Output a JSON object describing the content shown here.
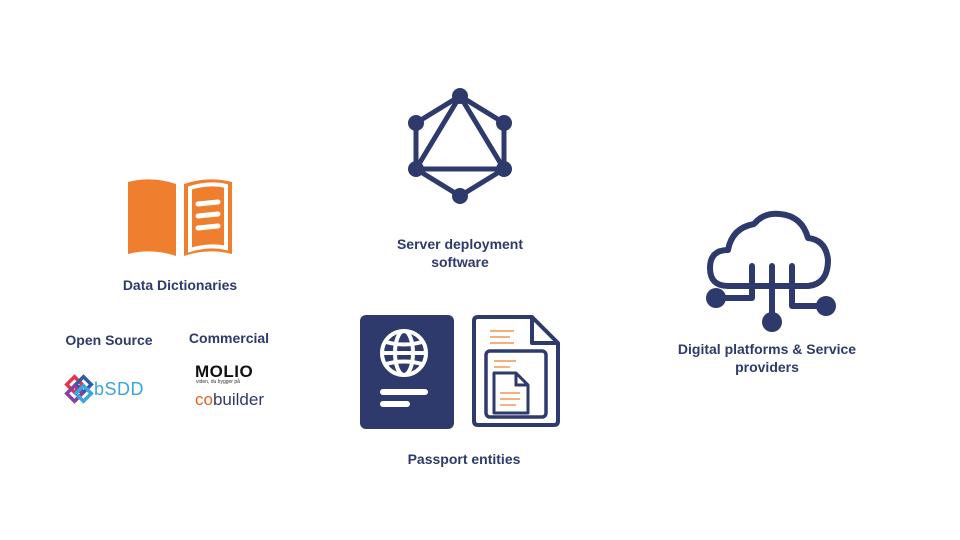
{
  "colors": {
    "navy": "#2e3a6b",
    "orange": "#ef7f2f",
    "bsdd_blue": "#3aa6d9",
    "cobuilder_orange": "#e8611f",
    "cobuilder_navy": "#2e3a6b"
  },
  "server": {
    "icon": "graphql-icon",
    "label_line1": "Server deployment",
    "label_line2": "software"
  },
  "dictionaries": {
    "icon": "open-book-icon",
    "label": "Data Dictionaries",
    "open_source": {
      "heading": "Open Source",
      "logos": [
        {
          "name": "bSDD",
          "text": "bSDD"
        }
      ]
    },
    "commercial": {
      "heading": "Commercial",
      "logos": [
        {
          "name": "MOLIO",
          "text": "MOLIO",
          "tagline": "viden, du bygger på"
        },
        {
          "name": "cobuilder",
          "text_part1": "co",
          "text_part2": "builder"
        }
      ]
    }
  },
  "passport": {
    "icons": [
      "passport-icon",
      "document-icon"
    ],
    "label": "Passport entities"
  },
  "platforms": {
    "icon": "cloud-network-icon",
    "label_line1": "Digital platforms & Service",
    "label_line2": "providers"
  }
}
